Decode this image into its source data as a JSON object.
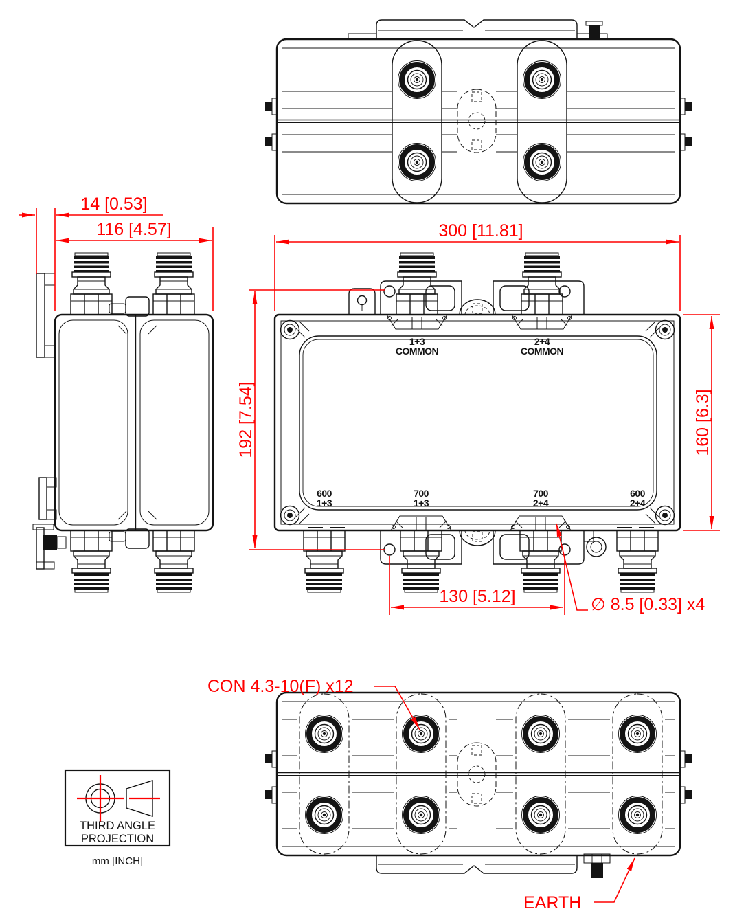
{
  "dimensions": {
    "bracket_offset": "14 [0.53]",
    "side_width": "116 [4.57]",
    "overall_width": "300 [11.81]",
    "overall_height": "192 [7.54]",
    "body_height": "160 [6.3]",
    "hole_spacing": "130 [5.12]",
    "hole_diameter": "∅ 8.5 [0.33]  x4"
  },
  "callouts": {
    "connectors": "CON 4.3-10(F) x12",
    "earth": "EARTH"
  },
  "port_labels": {
    "top": [
      {
        "line1": "1+3",
        "line2": "COMMON"
      },
      {
        "line1": "2+4",
        "line2": "COMMON"
      }
    ],
    "bottom": [
      {
        "line1": "600",
        "line2": "1+3"
      },
      {
        "line1": "700",
        "line2": "1+3"
      },
      {
        "line1": "700",
        "line2": "2+4"
      },
      {
        "line1": "600",
        "line2": "2+4"
      }
    ]
  },
  "projection_block": {
    "title_line1": "THIRD ANGLE",
    "title_line2": "PROJECTION",
    "units": "mm [INCH]"
  },
  "colors": {
    "dimension_red": "#ff0000",
    "line_black": "#141414",
    "background": "#ffffff"
  }
}
